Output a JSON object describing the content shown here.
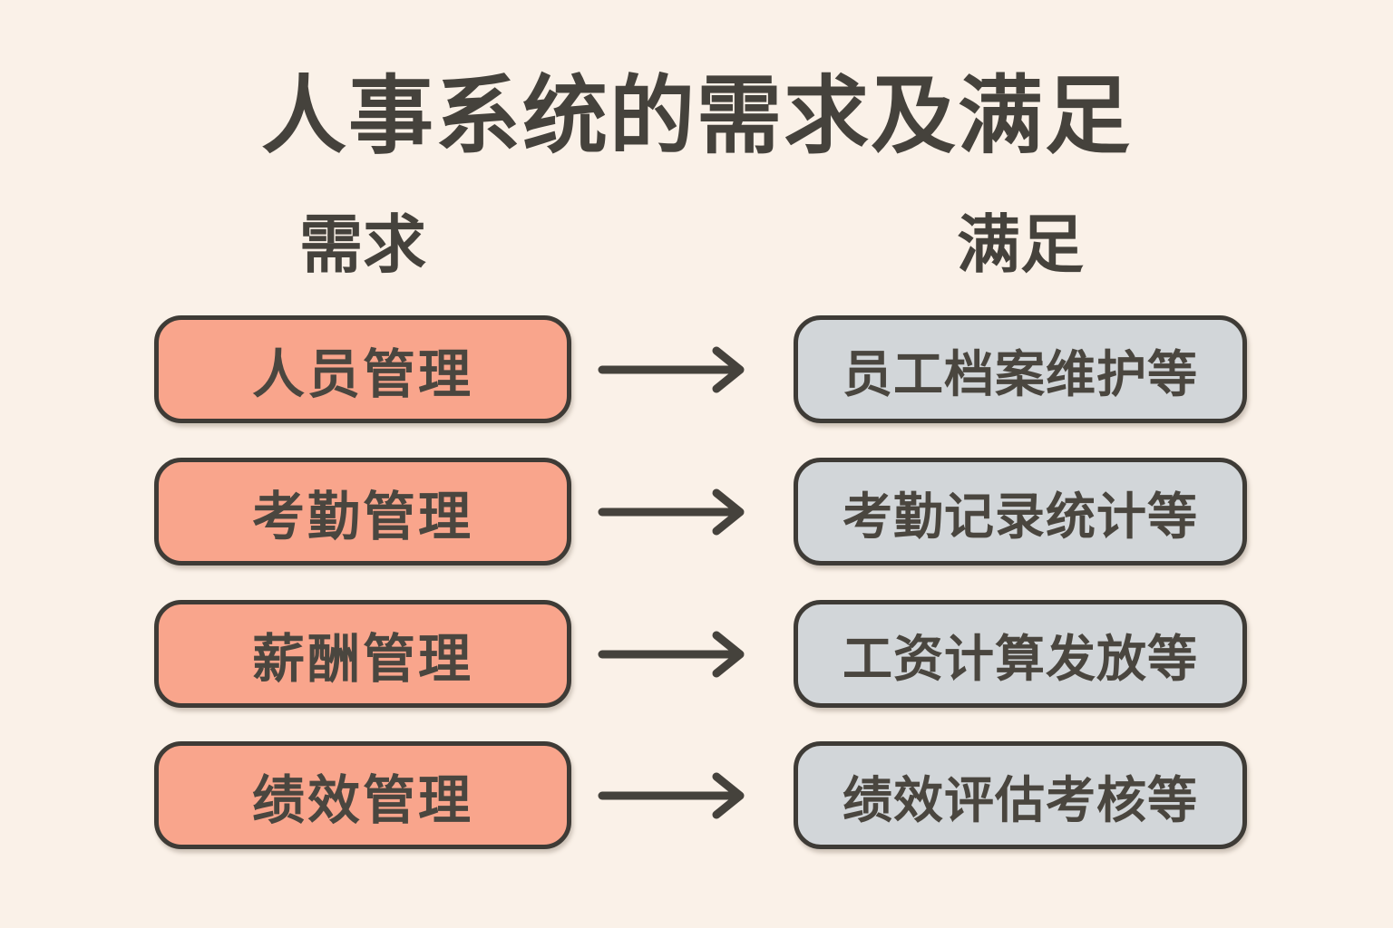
{
  "title": "人事系统的需求及满足",
  "columns": {
    "left": "需求",
    "right": "满足"
  },
  "rows": [
    {
      "need": "人员管理",
      "fulfill": "员工档案维护等"
    },
    {
      "need": "考勤管理",
      "fulfill": "考勤记录统计等"
    },
    {
      "need": "薪酬管理",
      "fulfill": "工资计算发放等"
    },
    {
      "need": "绩效管理",
      "fulfill": "绩效评估考核等"
    }
  ],
  "colors": {
    "background": "#FAF1E8",
    "need_box_fill": "#F9A58C",
    "fulfill_box_fill": "#D2D6D9",
    "box_border": "#3E3B36",
    "text": "#45423C",
    "arrow": "#45423C"
  }
}
